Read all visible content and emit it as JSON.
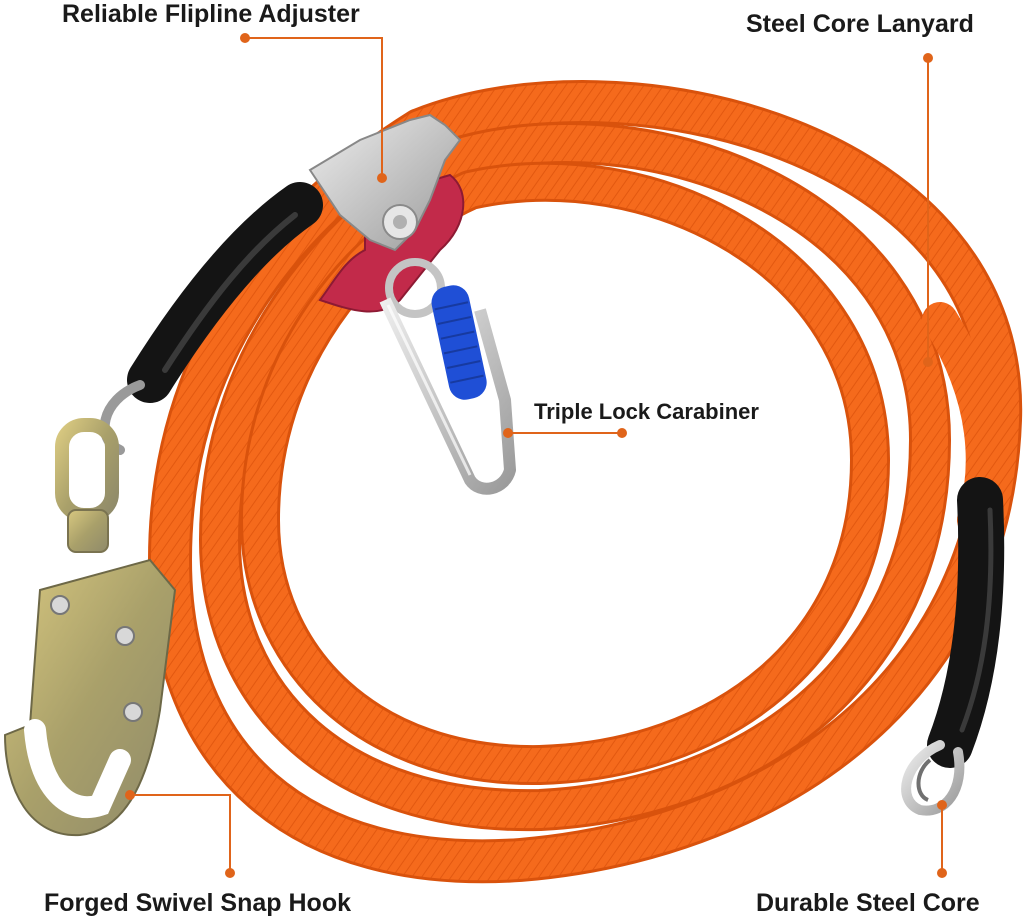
{
  "callouts": {
    "adjuster": "Reliable Flipline Adjuster",
    "lanyard": "Steel Core Lanyard",
    "carabiner": "Triple Lock Carabiner",
    "hook": "Forged Swivel Snap Hook",
    "core": "Durable Steel Core"
  },
  "colors": {
    "rope": "#f56a1c",
    "rope_dark": "#d9520c",
    "callout_line": "#e0641a",
    "sleeve": "#141414",
    "adjuster_body": "#d6d6d6",
    "adjuster_cam": "#c22a4a",
    "carabiner_lock": "#1f4fd6",
    "hook_metal": "#b8a25a"
  }
}
